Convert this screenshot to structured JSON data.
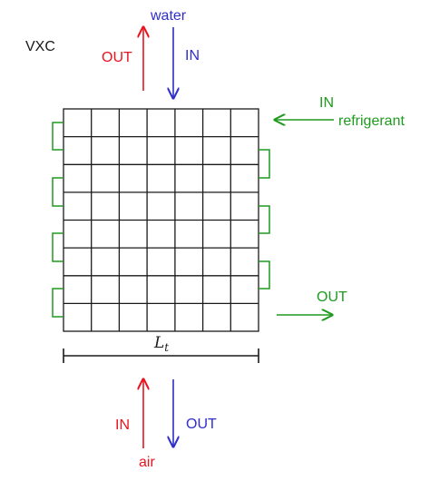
{
  "diagram": {
    "title": "VXC",
    "water": {
      "label": "water",
      "out_label": "OUT",
      "in_label": "IN"
    },
    "refrigerant": {
      "label": "refrigerant",
      "in_label": "IN",
      "out_label": "OUT"
    },
    "air": {
      "label": "air",
      "in_label": "IN",
      "out_label": "OUT"
    },
    "dimension": {
      "symbol": "L",
      "subscript": "t"
    },
    "grid": {
      "rows": 8,
      "cols": 7
    },
    "colors": {
      "water_out": "#e8141e",
      "water_in": "#2f2fc8",
      "air_in": "#e8141e",
      "air_out": "#2f2fc8",
      "refrigerant": "#1f9a1f",
      "grid": "#1a1a1a",
      "title": "#1a1a1a"
    }
  }
}
